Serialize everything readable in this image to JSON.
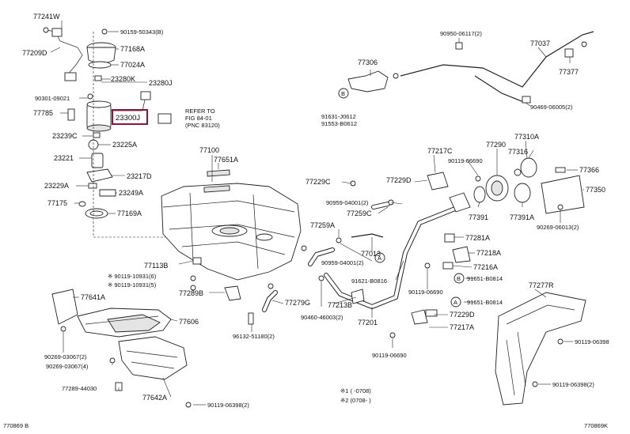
{
  "labels": {
    "p77241w": "77241W",
    "p90159_50343": "90159-50343(B)",
    "p77209d": "77209D",
    "p77168a": "77168A",
    "p77024a": "77024A",
    "p23280k": "23280K",
    "p23280j": "23280J",
    "p90301": "90301-09021",
    "p77785": "77785",
    "p23300j": "23300J",
    "refer_to": "REFER TO",
    "refer_fig": "FIG 84-01",
    "refer_pnc": "(PNC 83120)",
    "p23239c": "23239C",
    "p23225a": "23225A",
    "p23221": "23221",
    "p23217d": "23217D",
    "p23229a": "23229A",
    "p23249a": "23249A",
    "p77175": "77175",
    "p77169a": "77169A",
    "p77100": "77100",
    "p77651a": "77651A",
    "p77113b": "77113B",
    "note_90119_10931_6": "※ 90119-10931(6)",
    "note_90119_10931_5": "※ 90119-10931(5)",
    "p77289b": "77289B",
    "p77279g": "77279G",
    "p96132": "96132-51180(2)",
    "p77641a": "77641A",
    "p77606": "77606",
    "p90269_03067_2": "90269-03067(2)",
    "p90269_03067_4": "90269-03067(4)",
    "p77289_44030": "77289-44030",
    "p77642a": "77642A",
    "p90119_06398_2_bottom": "90119-06398(2)",
    "p90950_06117": "90950-06117(2)",
    "p77037": "77037",
    "p77306": "77306",
    "p77377": "77377",
    "p91631": "91631-J0612",
    "p91553": "91553-B0612",
    "p90469": "90469-06005(2)",
    "p77229c": "77229C",
    "p77217c": "77217C",
    "p90119_06690_top": "90119-06690",
    "p77290": "77290",
    "p77310a": "77310A",
    "p77316": "77316",
    "p77366": "77366",
    "p77229d_top": "77229D",
    "p90959_04001_2a": "90959-04001(2)",
    "p77259c": "77259C",
    "p77391": "77391",
    "p77391a": "77391A",
    "p77350": "77350",
    "p90269_06013": "90269-06013(2)",
    "p77259a": "77259A",
    "p77013": "77013",
    "p90959_04001_2b": "90959-04001(2)",
    "p77281a": "77281A",
    "p77218a": "77218A",
    "p77216a": "77216A",
    "p91621": "91621-B0816",
    "p91651_b0814a": "91651-B0814",
    "p90119_06690_mid": "90119-06690",
    "p77277r": "77277R",
    "p77213b": "77213B",
    "p91651_b0814b": "91651-B0814",
    "p90460": "90460-46003(2)",
    "p77201": "77201",
    "p77229d_bottom": "77229D",
    "p77217a": "77217A",
    "p90119_06690_bottom": "90119-06690",
    "p90119_06398_right1": "90119-06398",
    "p90119_06398_right2": "90119-06398(2)",
    "footnote1": "※1 (     -0708)",
    "footnote2": "※2 (0708-     )",
    "code_left": "770869 B",
    "code_right": "770869K"
  },
  "callouts": {
    "a": "A",
    "b": "B"
  }
}
